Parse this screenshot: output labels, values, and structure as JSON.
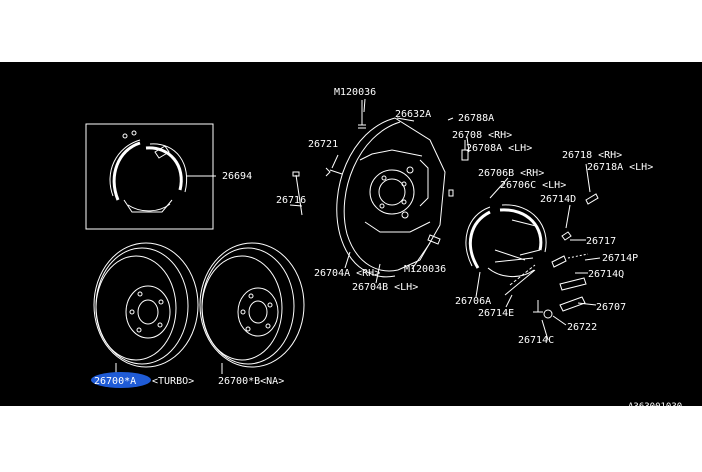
{
  "diagram": {
    "background_color": "#000000",
    "line_color": "#ffffff",
    "highlight_color": "#1f5bd6",
    "highlighted_part": "26700*A",
    "figure_code": "A363001030",
    "parts": [
      {
        "id": "p_m120036_top",
        "label": "M120036"
      },
      {
        "id": "p_26632a",
        "label": "26632A"
      },
      {
        "id": "p_26788a",
        "label": "26788A"
      },
      {
        "id": "p_26708",
        "label": "26708 <RH>"
      },
      {
        "id": "p_26708a",
        "label": "26708A <LH>"
      },
      {
        "id": "p_26721",
        "label": "26721"
      },
      {
        "id": "p_26694",
        "label": "26694"
      },
      {
        "id": "p_26716",
        "label": "26716"
      },
      {
        "id": "p_26706b",
        "label": "26706B <RH>"
      },
      {
        "id": "p_26706c",
        "label": "26706C <LH>"
      },
      {
        "id": "p_26718",
        "label": "26718 <RH>"
      },
      {
        "id": "p_26718a",
        "label": "26718A <LH>"
      },
      {
        "id": "p_26714d",
        "label": "26714D"
      },
      {
        "id": "p_26717",
        "label": "26717"
      },
      {
        "id": "p_26714p",
        "label": "26714P"
      },
      {
        "id": "p_26714q",
        "label": "26714Q"
      },
      {
        "id": "p_26704a",
        "label": "26704A <RH>"
      },
      {
        "id": "p_26704b",
        "label": "26704B <LH>"
      },
      {
        "id": "p_m120036_bot",
        "label": "M120036"
      },
      {
        "id": "p_26706a",
        "label": "26706A"
      },
      {
        "id": "p_26714e",
        "label": "26714E"
      },
      {
        "id": "p_26707",
        "label": "26707"
      },
      {
        "id": "p_26722",
        "label": "26722"
      },
      {
        "id": "p_26714c",
        "label": "26714C"
      },
      {
        "id": "p_26700a",
        "label": "26700*A"
      },
      {
        "id": "p_26700a_note",
        "label": "<TURBO>"
      },
      {
        "id": "p_26700b",
        "label": "26700*B<NA>"
      }
    ]
  }
}
